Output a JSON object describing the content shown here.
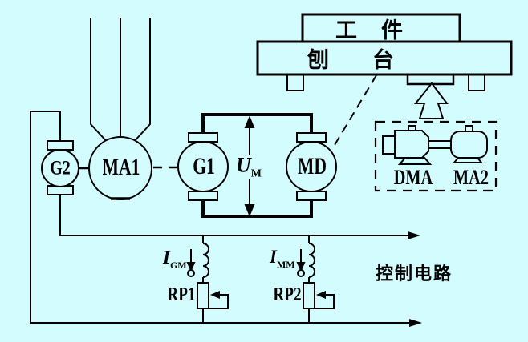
{
  "colors": {
    "background": "#d3fcff",
    "line": "#000000"
  },
  "machines": {
    "g2": {
      "label": "G2"
    },
    "ma1": {
      "label": "MA1"
    },
    "g1": {
      "label": "G1"
    },
    "md": {
      "label": "MD"
    }
  },
  "planer": {
    "workpiece_label": "工件",
    "table_label": "刨台"
  },
  "drive_unit": {
    "dma_label": "DMA",
    "ma2_label": "MA2"
  },
  "voltage": {
    "symbol": "U",
    "subscript": "M"
  },
  "currents": {
    "igm": {
      "symbol": "I",
      "subscript": "GM"
    },
    "imm": {
      "symbol": "I",
      "subscript": "MM"
    }
  },
  "potentiometers": {
    "rp1_label": "RP1",
    "rp2_label": "RP2"
  },
  "annotations": {
    "control_circuit": "控制电路"
  }
}
